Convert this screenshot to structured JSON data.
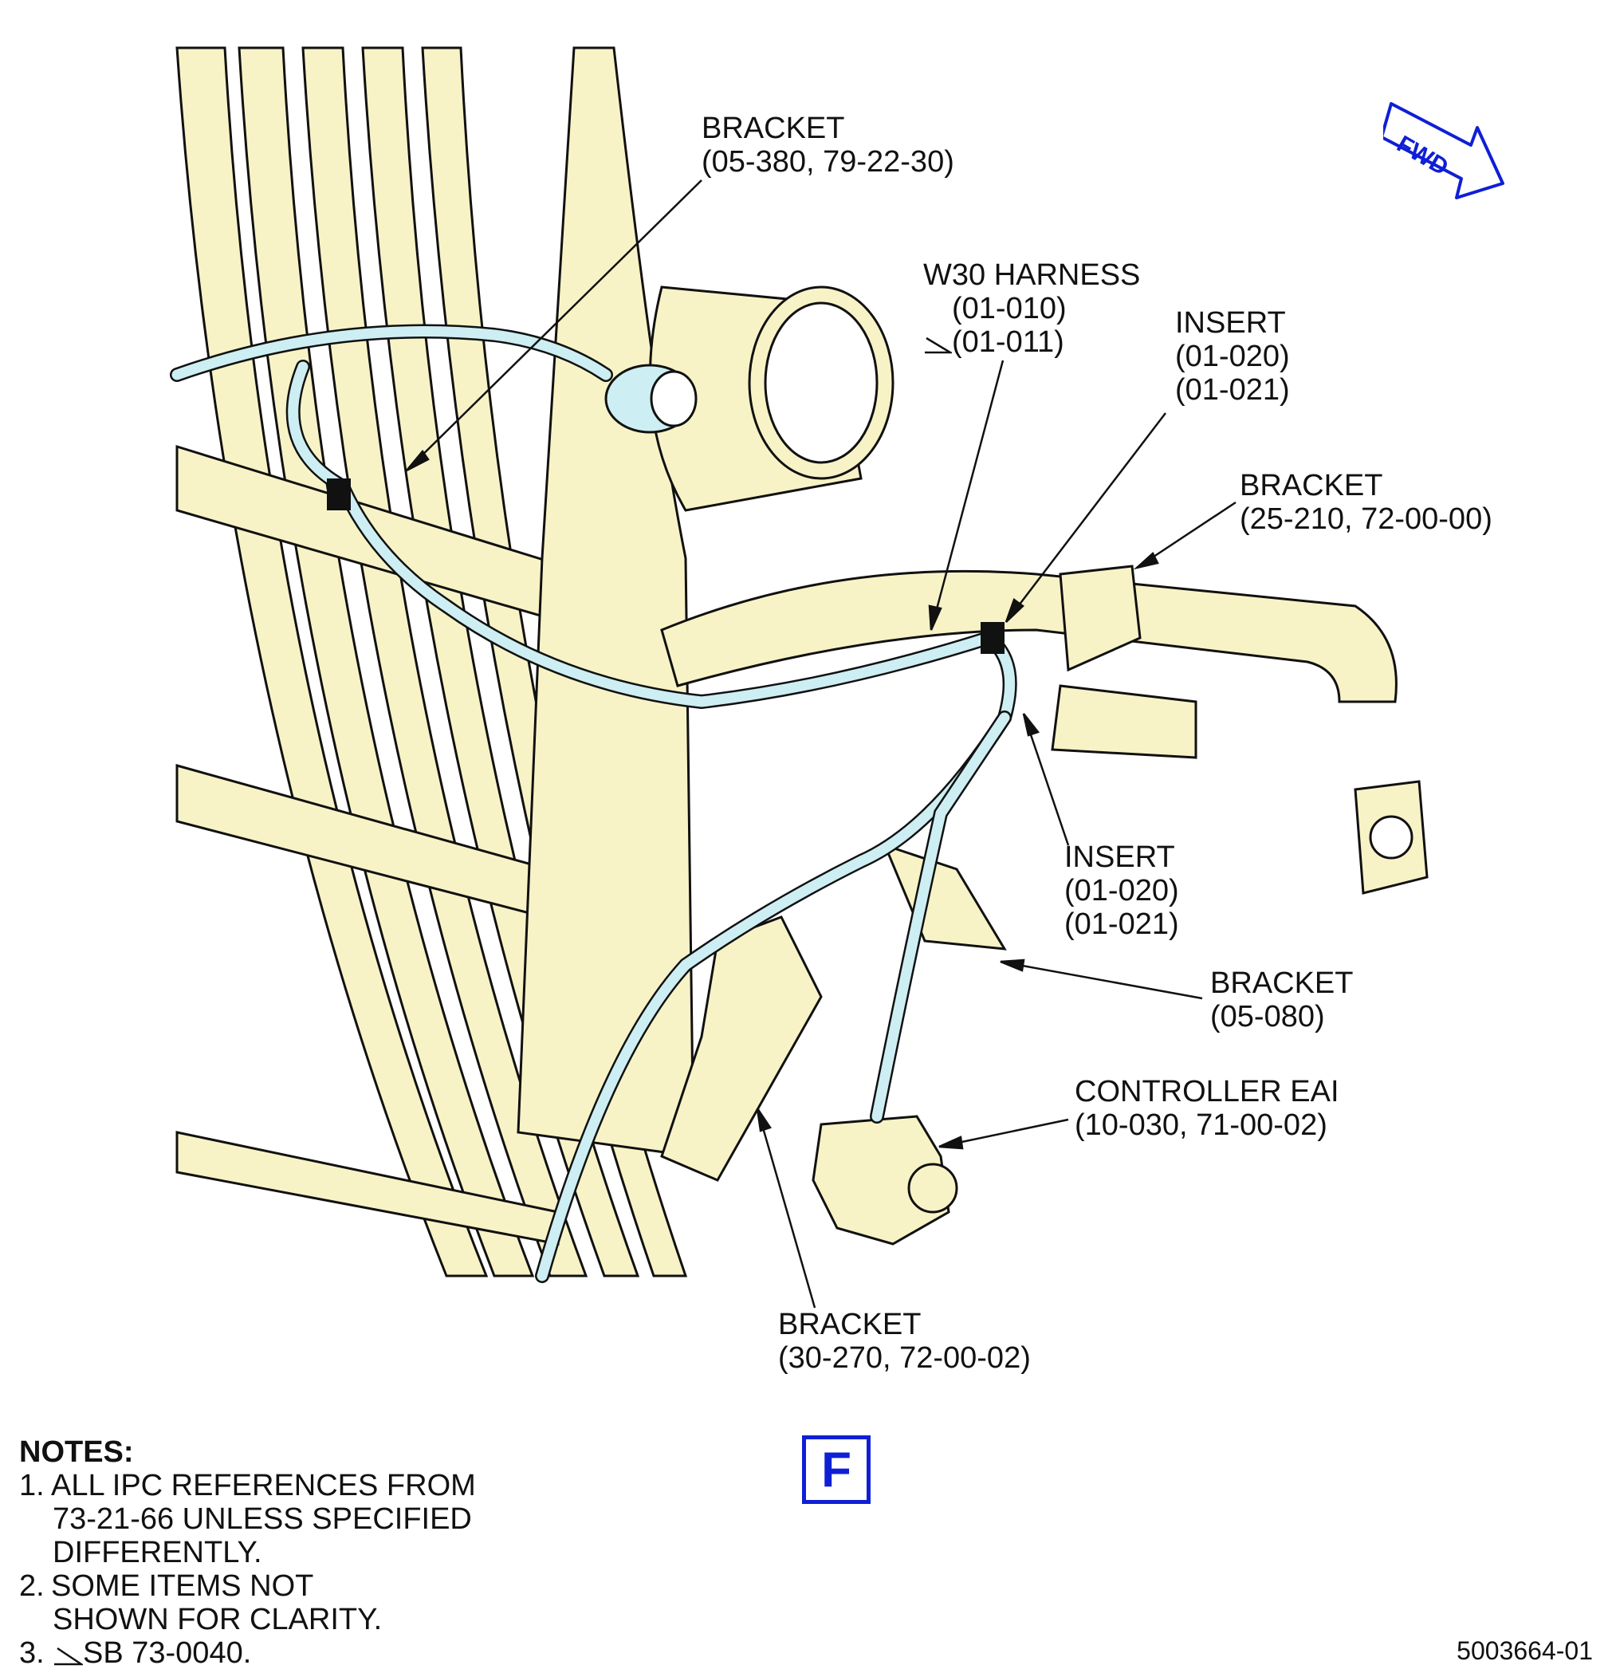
{
  "callouts": {
    "bracket_top": [
      "BRACKET",
      "(05-380, 79-22-30)"
    ],
    "w30_harness": [
      "W30 HARNESS",
      "(01-010)",
      "(01-011)"
    ],
    "insert_top": [
      "INSERT",
      "(01-020)",
      "(01-021)"
    ],
    "bracket_right": [
      "BRACKET",
      "(25-210, 72-00-00)"
    ],
    "insert_mid": [
      "INSERT",
      "(01-020)",
      "(01-021)"
    ],
    "bracket_mid": [
      "BRACKET",
      "(05-080)"
    ],
    "controller": [
      "CONTROLLER EAI",
      "(10-030, 71-00-02)"
    ],
    "bracket_bottom": [
      "BRACKET",
      "(30-270, 72-00-02)"
    ]
  },
  "notes": {
    "heading": "NOTES:",
    "items": [
      {
        "num": "1.",
        "lines": [
          "ALL IPC REFERENCES FROM",
          "73-21-66 UNLESS SPECIFIED",
          "DIFFERENTLY."
        ]
      },
      {
        "num": "2.",
        "lines": [
          "SOME ITEMS NOT",
          "SHOWN FOR CLARITY."
        ]
      },
      {
        "num": "3.",
        "lines": [
          "SB 73-0040."
        ]
      }
    ]
  },
  "view_letter": "F",
  "fwd_label": "FWD",
  "drawing_number": "5003664-01",
  "colors": {
    "part_fill": "#f7f3c6",
    "harness": "#cdeef3",
    "outline": "#111111",
    "accent_blue": "#0f1fd6"
  },
  "icons": [
    "fwd-arrow-icon",
    "effectivity-triangle-icon"
  ]
}
